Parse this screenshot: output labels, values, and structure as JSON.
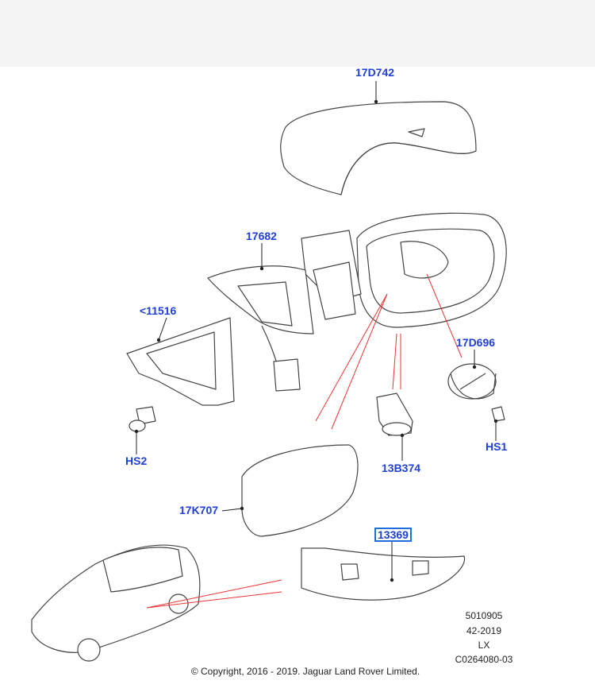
{
  "callouts": {
    "17D742": "17D742",
    "17682": "17682",
    "11516": "<11516",
    "17D696": "17D696",
    "HS1": "HS1",
    "HS2": "HS2",
    "13B374": "13B374",
    "17K707": "17K707",
    "13369": "13369"
  },
  "reference": [
    "5010905",
    "42-2019",
    "LX",
    "C0264080-03"
  ],
  "copyright": "© Copyright, 2016 - 2019. Jaguar Land Rover Limited.",
  "colors": {
    "callout": "#1f3fd6",
    "selection_box": "#1f6fe0",
    "leader_red": "#e33333",
    "header_band": "#f4f4f4"
  }
}
